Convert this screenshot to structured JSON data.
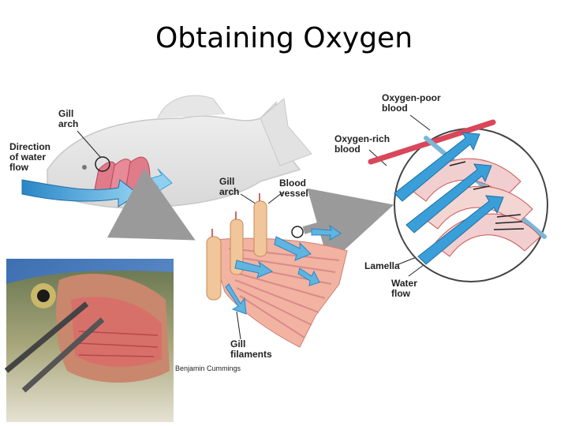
{
  "slide": {
    "title": "Obtaining Oxygen"
  },
  "labels": {
    "gill_arch_fish": "Gill\narch",
    "direction_of_water_flow": "Direction\nof water\nflow",
    "gill_arch_detail": "Gill\narch",
    "blood_vessel": "Blood\nvessel",
    "gill_filaments": "Gill\nfilaments",
    "oxygen_poor_blood": "Oxygen-poor\nblood",
    "oxygen_rich_blood": "Oxygen-rich\nblood",
    "lamella": "Lamella",
    "water_flow": "Water\nflow"
  },
  "credit": "Benjamin Cummings",
  "colors": {
    "water_arrow": "#3a9fd8",
    "gill": "#e07b8a",
    "oxygen_poor": "#7ab8d8",
    "oxygen_rich": "#d9475a"
  }
}
